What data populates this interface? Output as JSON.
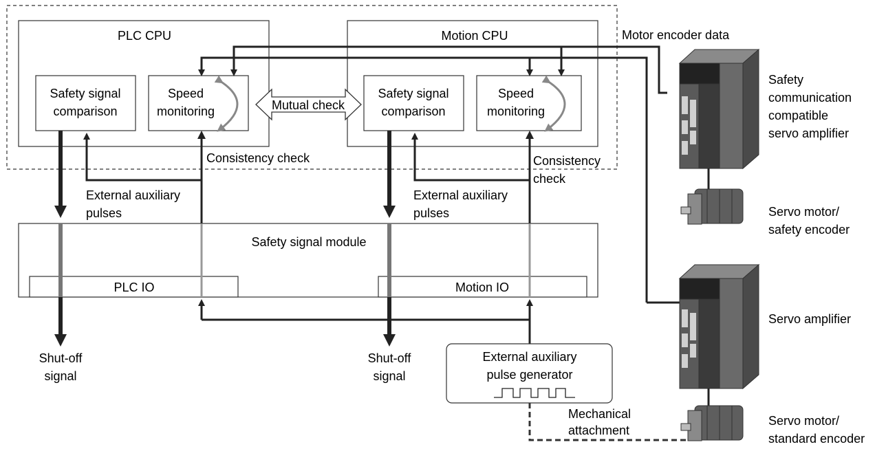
{
  "plc_cpu": {
    "title": "PLC CPU",
    "comparison": [
      "Safety signal",
      "comparison"
    ],
    "speed": [
      "Speed",
      "monitoring"
    ]
  },
  "motion_cpu": {
    "title": "Motion CPU",
    "comparison": [
      "Safety signal",
      "comparison"
    ],
    "speed": [
      "Speed",
      "monitoring"
    ]
  },
  "mutual_check": "Mutual check",
  "consistency_check_left": "Consistency check",
  "consistency_check_right": [
    "Consistency",
    "check"
  ],
  "external_aux_pulses_left": [
    "External auxiliary",
    "pulses"
  ],
  "external_aux_pulses_right": [
    "External auxiliary",
    "pulses"
  ],
  "safety_module": {
    "title": "Safety signal module",
    "plc_io": "PLC IO",
    "motion_io": "Motion IO"
  },
  "shutoff_left": [
    "Shut-off",
    "signal"
  ],
  "shutoff_right": [
    "Shut-off",
    "signal"
  ],
  "pulse_generator": [
    "External auxiliary",
    "pulse generator"
  ],
  "mechanical_attachment": [
    "Mechanical",
    "attachment"
  ],
  "motor_encoder_data": "Motor encoder data",
  "safety_amp": [
    "Safety",
    "communication",
    "compatible",
    "servo amplifier"
  ],
  "servo_motor_safety": [
    "Servo motor/",
    "safety encoder"
  ],
  "servo_amp": "Servo amplifier",
  "servo_motor_standard": [
    "Servo motor/",
    "standard encoder"
  ],
  "colors": {
    "line": "#222222",
    "gray": "#888888",
    "dashed": "#333333"
  },
  "icons": [
    "servo-amplifier-icon",
    "servo-motor-icon",
    "pulse-waveform-icon"
  ]
}
